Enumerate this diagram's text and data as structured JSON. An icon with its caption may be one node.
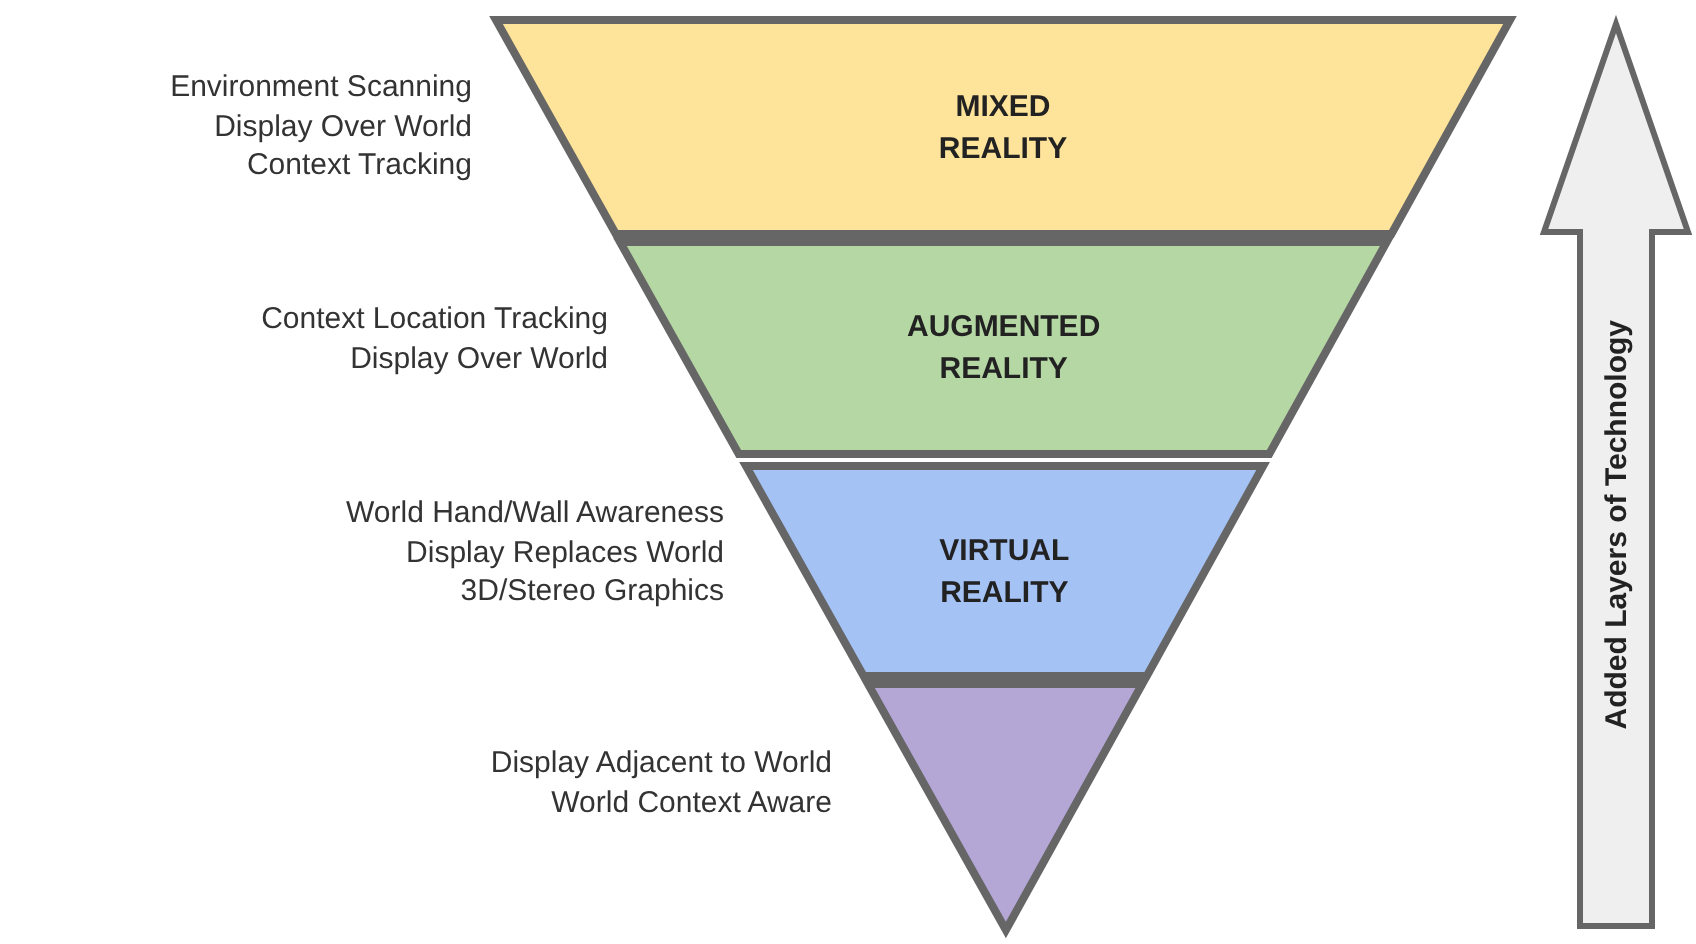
{
  "diagram": {
    "nodes": [
      {
        "text": [
          "MIXED REALITY"
        ],
        "beside": [
          "Environment Scanning Display Over World Context Tracking"
        ]
      },
      {
        "text": [
          "AUGMENTED REALITY"
        ],
        "beside": [
          "Context Location Tracking Display Over World"
        ]
      },
      {
        "text": [
          "VIRTUAL REALITY"
        ],
        "beside": [
          "World Hand/Wall Awareness Display Replaces World 3D/Stereo Graphics"
        ]
      },
      {
        "text": [],
        "shape": "triangle",
        "beside": [
          "Display Adjacent to World World Context Aware"
        ]
      },
      {
        "text": [
          "Added Layers of Technology"
        ]
      }
    ]
  }
}
